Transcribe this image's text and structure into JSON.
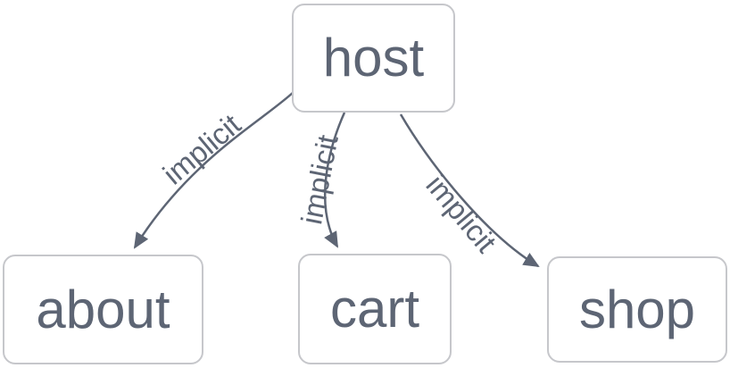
{
  "diagram": {
    "type": "flowchart-top-down",
    "nodes": [
      {
        "id": "host",
        "label": "host"
      },
      {
        "id": "about",
        "label": "about"
      },
      {
        "id": "cart",
        "label": "cart"
      },
      {
        "id": "shop",
        "label": "shop"
      }
    ],
    "edges": [
      {
        "from": "host",
        "to": "about",
        "label": "implicit"
      },
      {
        "from": "host",
        "to": "cart",
        "label": "implicit"
      },
      {
        "from": "host",
        "to": "shop",
        "label": "implicit"
      }
    ],
    "colors": {
      "background": "#ffffff",
      "node_fill": "#ffffff",
      "node_border": "#c6c7cb",
      "text": "#5d6574",
      "edge_stroke": "#5d6574"
    }
  }
}
